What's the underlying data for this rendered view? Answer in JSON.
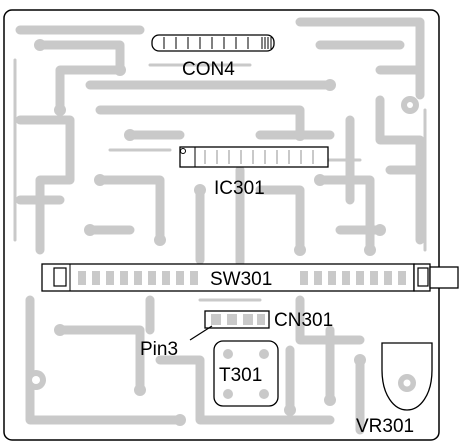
{
  "labels": {
    "con4": "CON4",
    "ic301": "IC301",
    "sw301": "SW301",
    "cn301": "CN301",
    "pin3": "Pin3",
    "t301": "T301",
    "vr301": "VR301"
  },
  "colors": {
    "background": "#ffffff",
    "traces": "#c9c9c9",
    "outline": "#000000"
  }
}
